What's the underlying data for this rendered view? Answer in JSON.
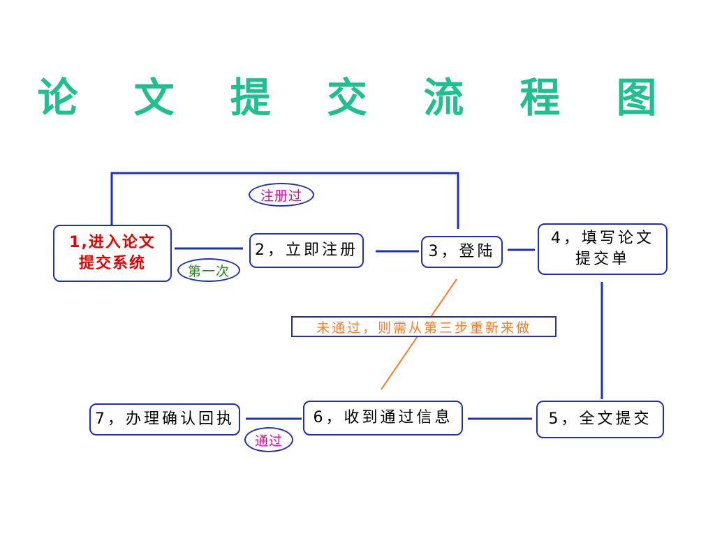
{
  "title": "论 文 提 交 流 程 图",
  "steps": [
    {
      "id": 1,
      "label": "1,进入论文\n提交系统"
    },
    {
      "id": 2,
      "label": "2，立即注册"
    },
    {
      "id": 3,
      "label": "3，登陆"
    },
    {
      "id": 4,
      "label": "4，填写论文\n提交单"
    },
    {
      "id": 5,
      "label": "5，全文提交"
    },
    {
      "id": 6,
      "label": "6，收到通过信息"
    },
    {
      "id": 7,
      "label": "7，办理确认回执"
    }
  ],
  "labels": {
    "registered": "注册过",
    "first_time": "第一次",
    "passed": "通过",
    "not_passed": "未通过，则需从第三步重新来做"
  },
  "colors": {
    "title": "#1fbf8f",
    "line": "#1f2fb5",
    "step1_text": "#e60000",
    "registered_text": "#e600a8",
    "first_time_text": "#1a8a1a",
    "passed_text": "#e600a8",
    "not_passed_text": "#ff7a2a",
    "not_passed_line": "#ff7a2a"
  }
}
